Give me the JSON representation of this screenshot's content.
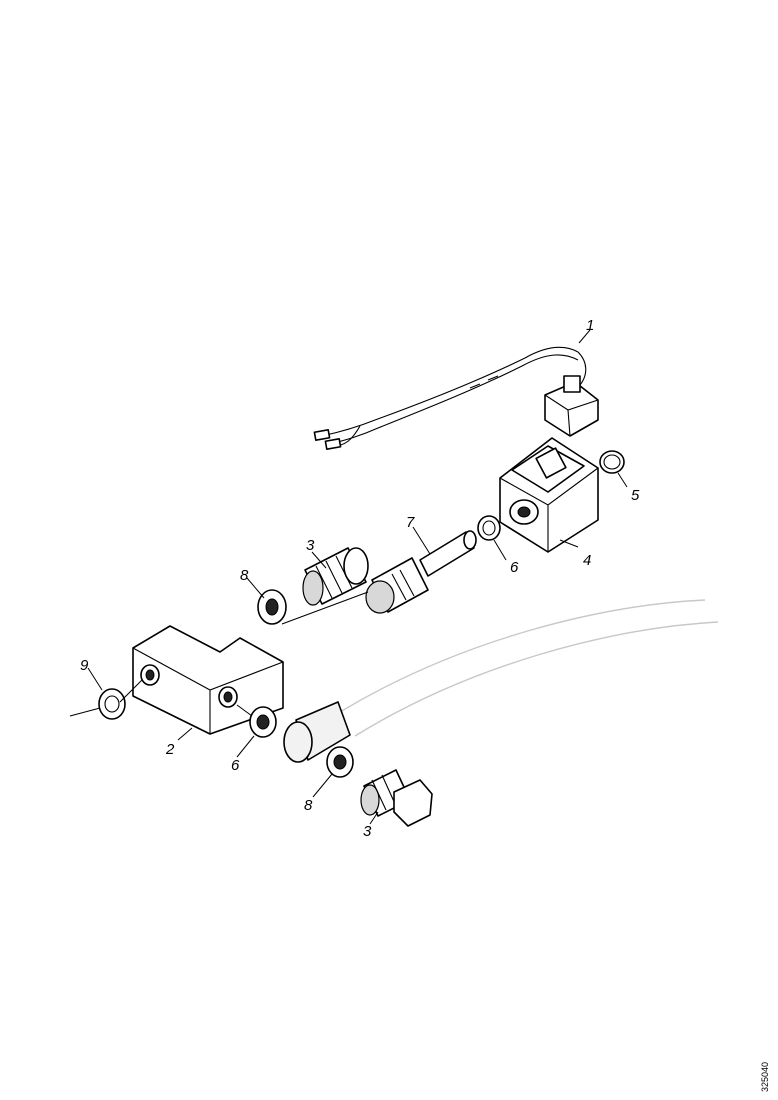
{
  "diagram": {
    "document_id": "325040",
    "callouts": [
      {
        "id": "c1",
        "text": "1"
      },
      {
        "id": "c2",
        "text": "2"
      },
      {
        "id": "c3a",
        "text": "3"
      },
      {
        "id": "c3b",
        "text": "3"
      },
      {
        "id": "c4",
        "text": "4"
      },
      {
        "id": "c5",
        "text": "5"
      },
      {
        "id": "c6a",
        "text": "6"
      },
      {
        "id": "c6b",
        "text": "6"
      },
      {
        "id": "c7",
        "text": "7"
      },
      {
        "id": "c8a",
        "text": "8"
      },
      {
        "id": "c8b",
        "text": "8"
      },
      {
        "id": "c9",
        "text": "9"
      }
    ]
  }
}
